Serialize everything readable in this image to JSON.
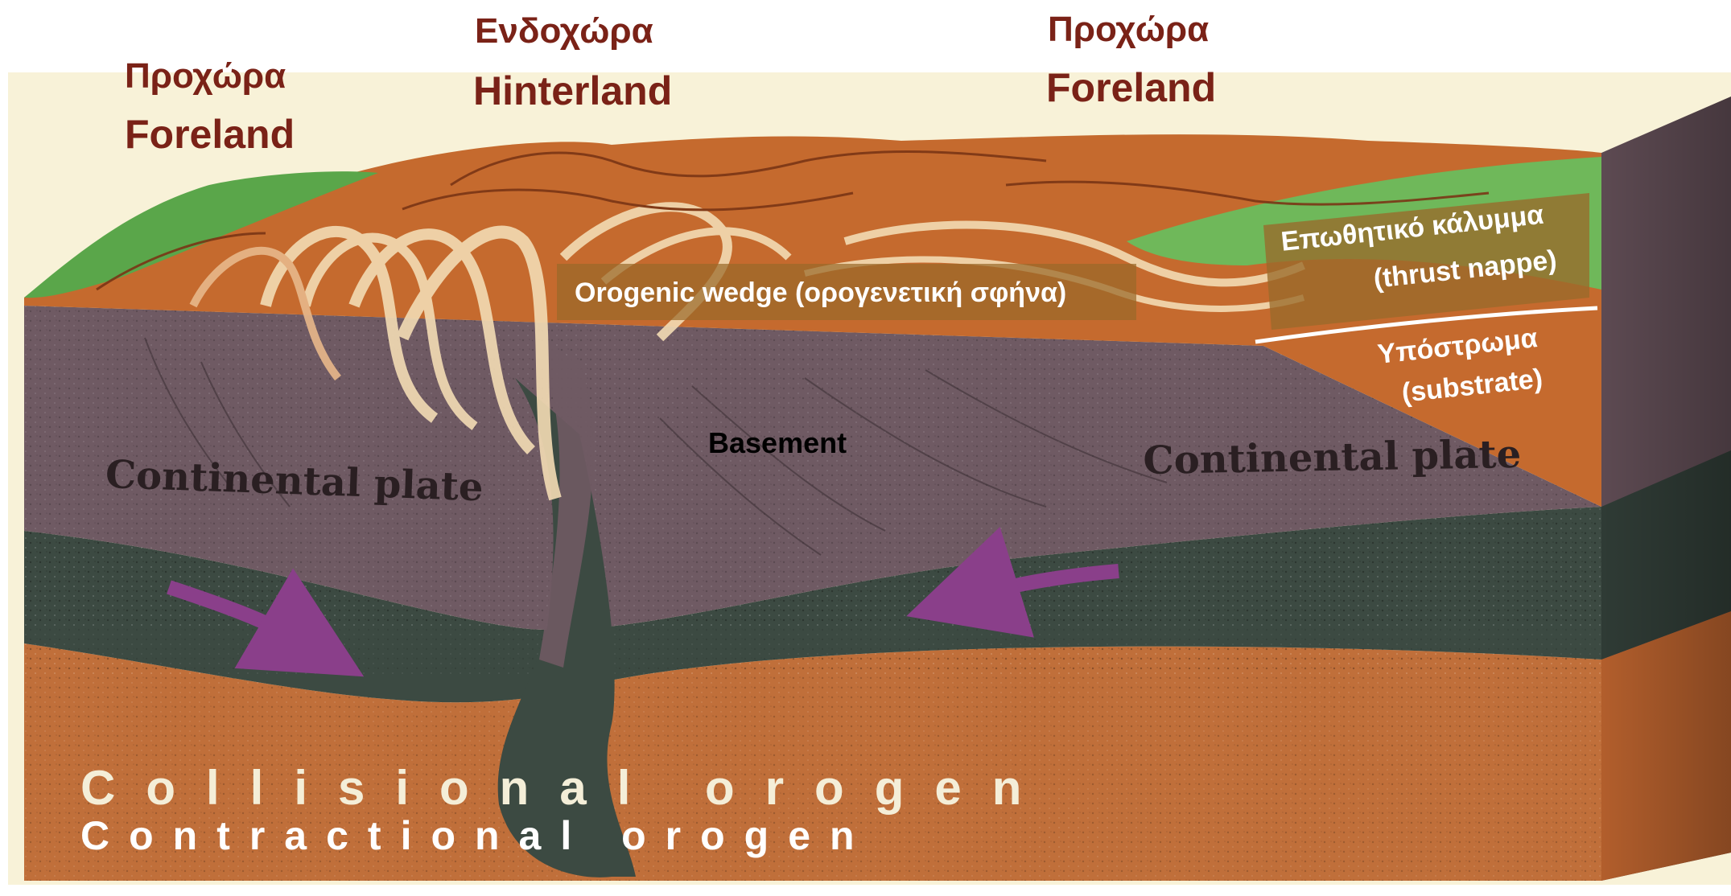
{
  "headings": {
    "left_greek": "Προχώρα",
    "left_english": "Foreland",
    "center_greek": "Ενδοχώρα",
    "center_english": "Hinterland",
    "right_greek": "Προχώρα",
    "right_english": "Foreland"
  },
  "labels": {
    "orogenic_wedge": "Orogenic wedge (ορογενετική σφήνα)",
    "thrust_nappe_greek": "Επωθητικό κάλυμμα",
    "thrust_nappe_english": "(thrust nappe)",
    "substrate_greek": "Υπόστρωμα",
    "substrate_english": "(substrate)",
    "basement": "Basement",
    "continental_plate_left": "Continental plate",
    "continental_plate_right": "Continental plate"
  },
  "bottom_titles": {
    "line1": "Collisional orogen",
    "line2": "Contractional orogen"
  },
  "colors": {
    "crust": "#6f5a63",
    "mantle_lithosphere": "#3c4a42",
    "asthenosphere": "#c06f3a",
    "fold_orange": "#c56a2e",
    "vegetation": "#5aa64a",
    "arrow": "#8a3f8a",
    "heading_text": "#7a2217"
  }
}
